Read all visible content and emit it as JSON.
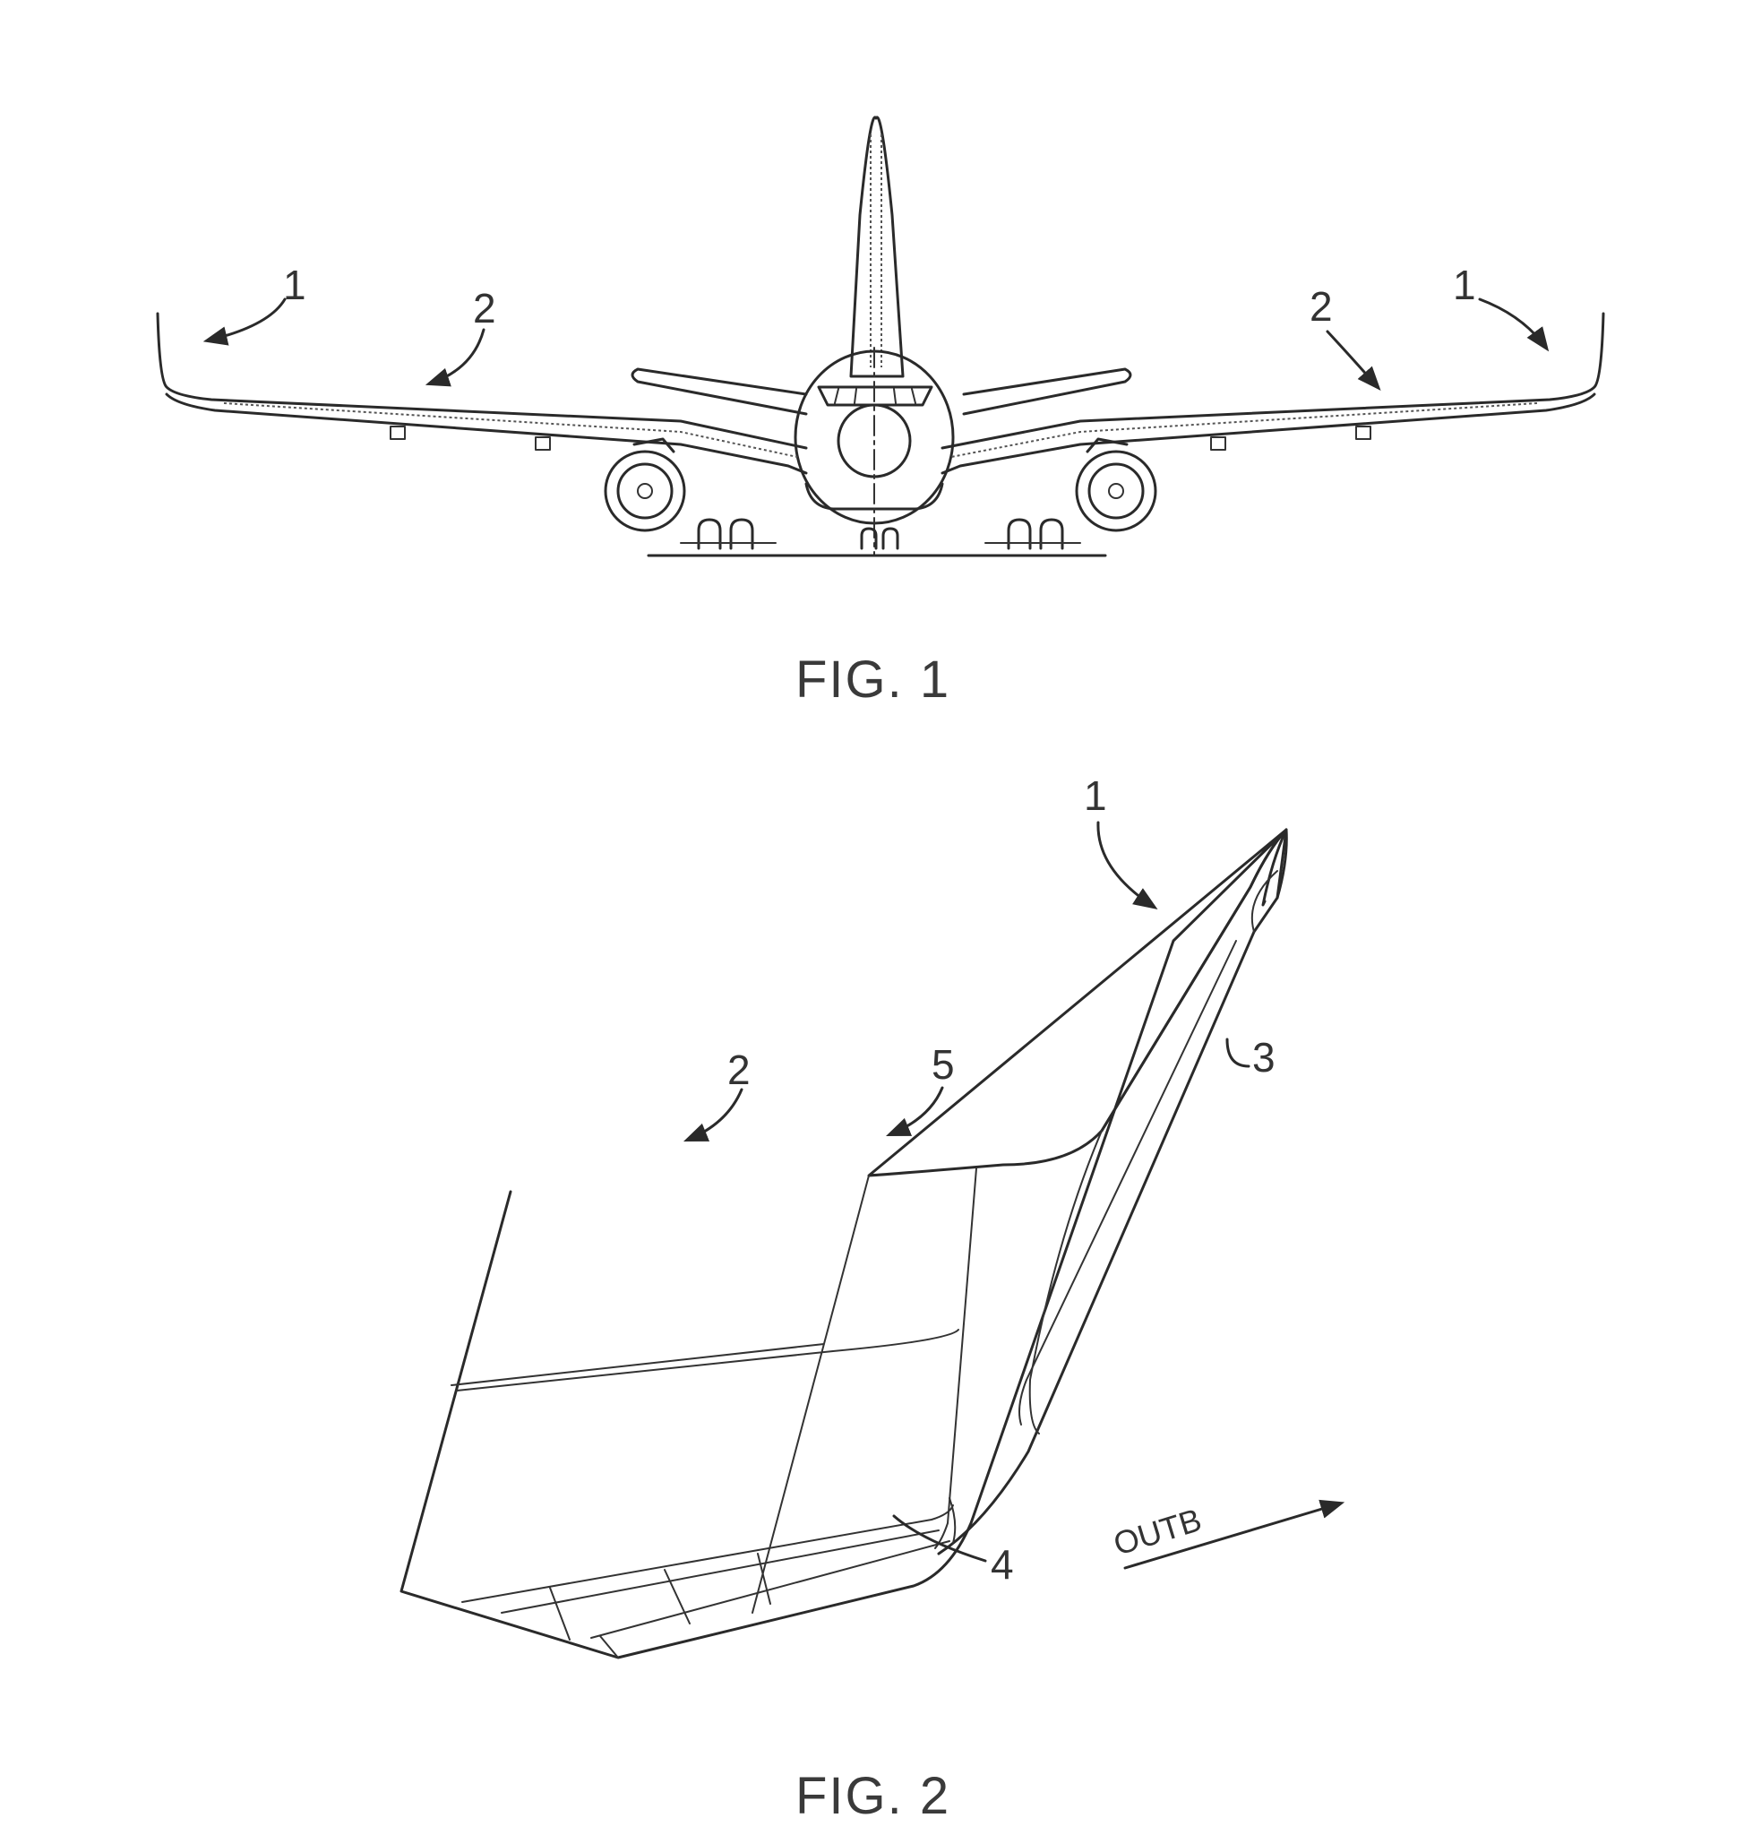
{
  "fig1": {
    "caption": "FIG. 1",
    "labels": {
      "left_1": "1",
      "left_2": "2",
      "right_2": "2",
      "right_1": "1"
    }
  },
  "fig2": {
    "caption": "FIG. 2",
    "labels": {
      "l1": "1",
      "l2": "2",
      "l3": "3",
      "l4": "4",
      "l5": "5"
    },
    "direction": "OUTB"
  }
}
